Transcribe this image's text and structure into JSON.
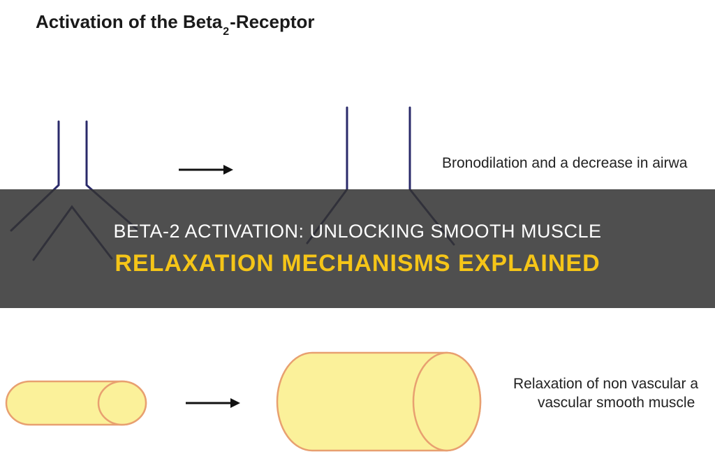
{
  "diagram": {
    "title_prefix": "Activation of the Beta",
    "title_subscript": "2",
    "title_suffix": "-Receptor",
    "caption_bronchodilation": "Bronodilation and a decrease in airwa",
    "caption_relaxation_line1": "Relaxation of non vascular a",
    "caption_relaxation_line2": "vascular smooth  muscle",
    "colors": {
      "receptor_line": "#2a2a6a",
      "arrow": "#111111",
      "cylinder_fill": "#fbf19a",
      "cylinder_stroke": "#e8a070"
    }
  },
  "banner": {
    "line1": "BETA-2 ACTIVATION: UNLOCKING SMOOTH MUSCLE",
    "line2": "RELAXATION MECHANISMS EXPLAINED",
    "background": "#323232",
    "line1_color": "#ffffff",
    "line2_color": "#f5c518"
  }
}
